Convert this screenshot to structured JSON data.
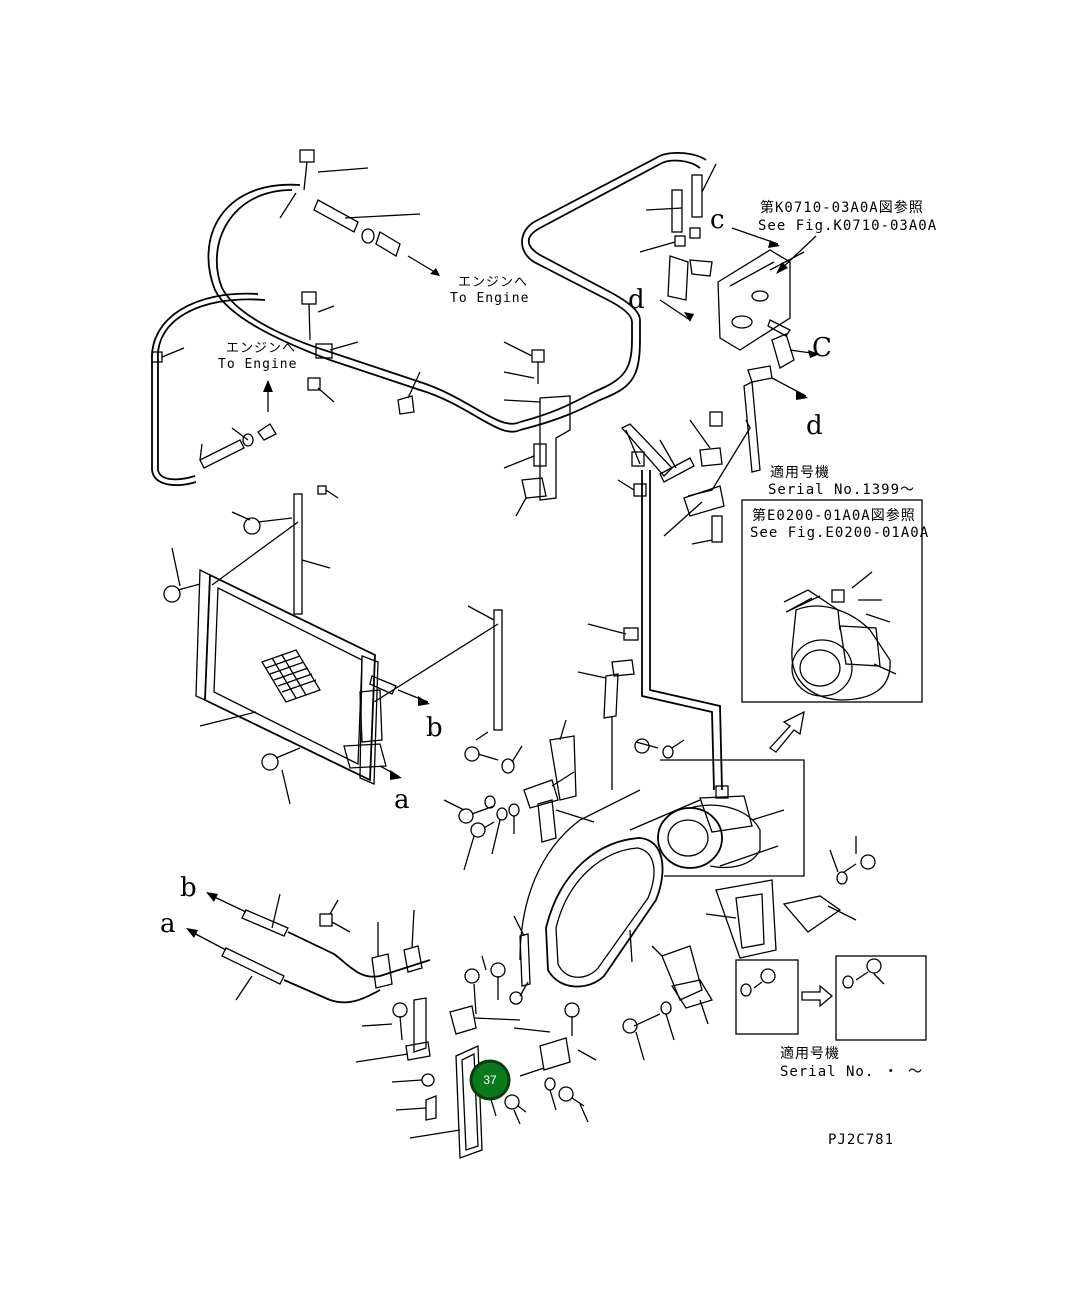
{
  "labels": {
    "to_engine_jp_1": "エンジンへ",
    "to_engine_en_1": "To Engine",
    "to_engine_jp_2": "エンジンへ",
    "to_engine_en_2": "To Engine",
    "ref_k0710_jp": "第K0710-03A0A図参照",
    "ref_k0710_en": "See Fig.K0710-03A0A",
    "ref_e0200_jp": "第E0200-01A0A図参照",
    "ref_e0200_en": "See Fig.E0200-01A0A",
    "serial_jp_1": "適用号機",
    "serial_en_1": "Serial No.1399～",
    "serial_jp_2": "適用号機",
    "serial_en_2": "Serial No.  ・  ～",
    "drawing_code": "PJ2C781"
  },
  "letters": {
    "a1": "a",
    "a2": "a",
    "b1": "b",
    "b2": "b",
    "c1": "c",
    "c2": "C",
    "d1": "d",
    "d2": "d"
  },
  "callout": {
    "number": "37",
    "color": "#0b7a1c",
    "border": "#0a3d10"
  },
  "colors": {
    "line": "#000000",
    "background": "#ffffff"
  }
}
